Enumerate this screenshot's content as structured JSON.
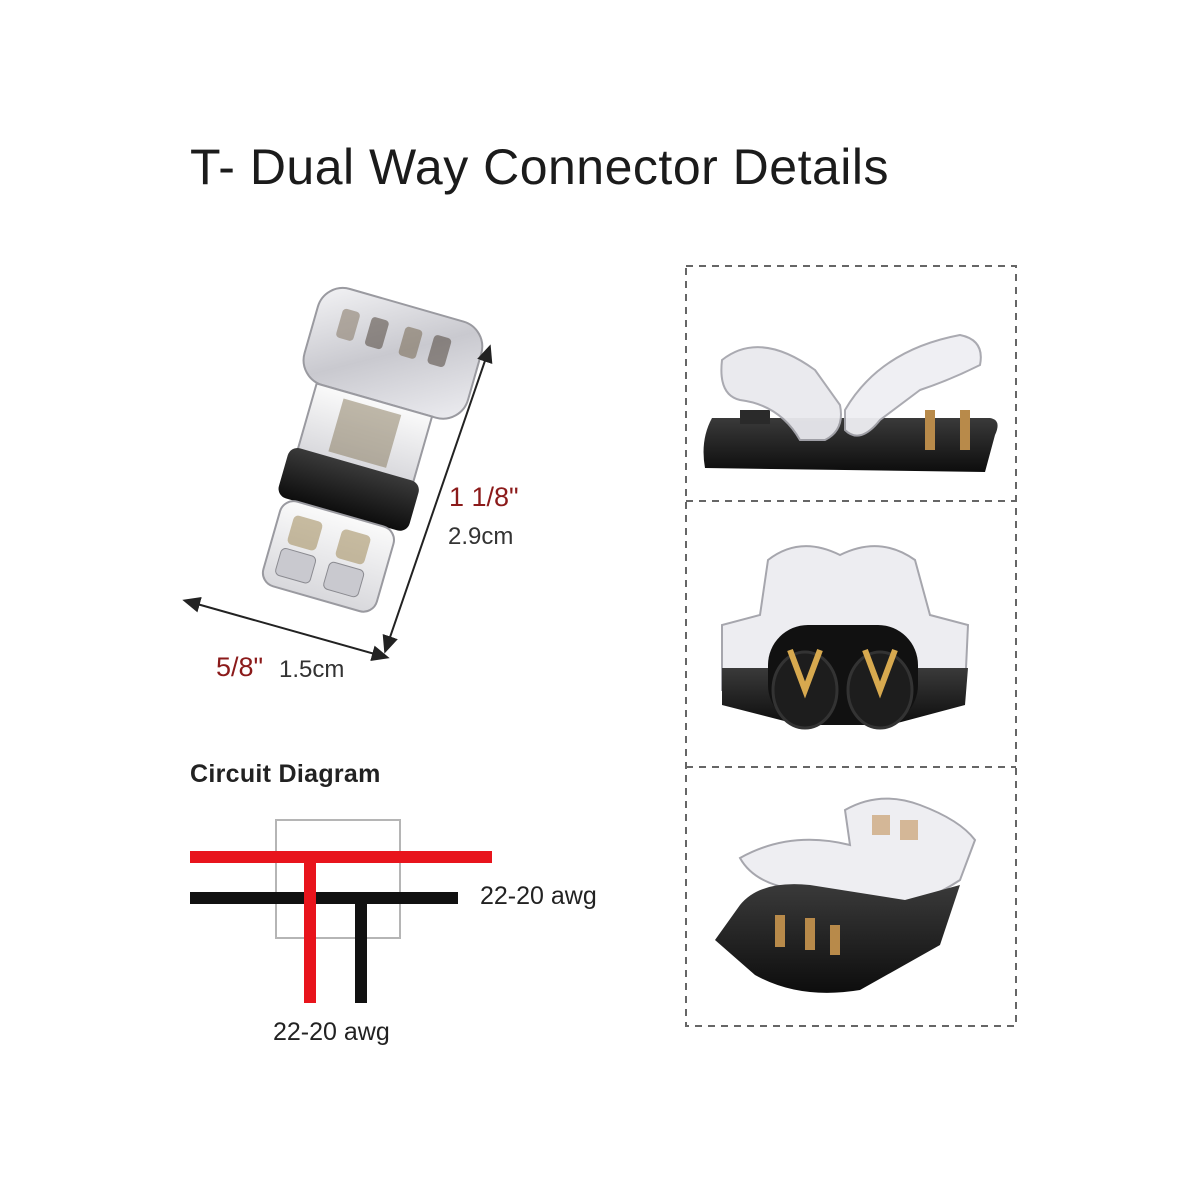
{
  "title": "T- Dual Way Connector Details",
  "dimensions": {
    "height_in": "1 1/8ʺ",
    "height_cm": "2.9cm",
    "width_in": "5/8ʺ",
    "width_cm": "1.5cm"
  },
  "circuit": {
    "title": "Circuit Diagram",
    "side_label": "22-20 awg",
    "bottom_label": "22-20 awg"
  },
  "colors": {
    "wire_red": "#e8141c",
    "wire_black": "#111111",
    "dimension_red": "#8b1a1a"
  },
  "photos": [
    "connector-open-side-view",
    "connector-front-view",
    "connector-angled-view"
  ]
}
